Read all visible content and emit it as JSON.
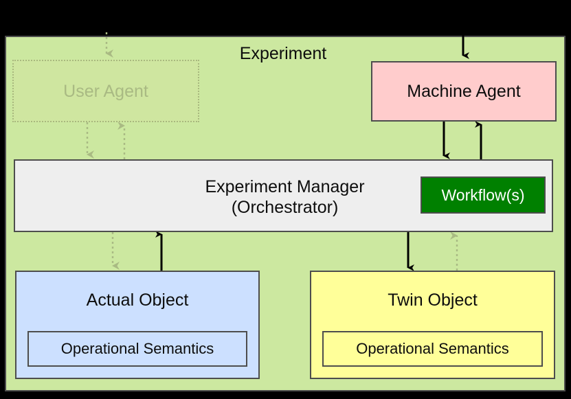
{
  "diagram": {
    "title": "Experiment",
    "background_color": "#000000",
    "container_color": "#cce8a0",
    "nodes": {
      "user_agent": {
        "label": "User Agent",
        "fill": "#d2e4a0",
        "text_color": "#a9ba83",
        "style": "dashed-faded"
      },
      "machine_agent": {
        "label": "Machine Agent",
        "fill": "#ffcccc",
        "text_color": "#0d0d0d",
        "style": "solid"
      },
      "experiment_manager": {
        "line1": "Experiment Manager",
        "line2": "(Orchestrator)",
        "fill": "#eeeeee",
        "text_color": "#0d0d0d",
        "style": "solid",
        "workflows": {
          "label": "Workflow(s)",
          "fill": "#008000",
          "text_color": "#ffffff"
        }
      },
      "actual_object": {
        "label": "Actual Object",
        "fill": "#cce0ff",
        "text_color": "#0d0d0d",
        "style": "solid",
        "inner": {
          "label": "Operational Semantics"
        }
      },
      "twin_object": {
        "label": "Twin Object",
        "fill": "#ffff99",
        "text_color": "#0d0d0d",
        "style": "solid",
        "inner": {
          "label": "Operational Semantics"
        }
      }
    },
    "edges": [
      {
        "name": "external-to-user-agent",
        "style": "dotted",
        "color": "#a9ba83",
        "direction": "down"
      },
      {
        "name": "external-to-machine-agent",
        "style": "solid",
        "color": "#000000",
        "direction": "down"
      },
      {
        "name": "user-agent-to-manager",
        "style": "dotted",
        "color": "#a9ba83",
        "direction": "down"
      },
      {
        "name": "manager-to-user-agent",
        "style": "dotted",
        "color": "#a9ba83",
        "direction": "up"
      },
      {
        "name": "machine-agent-to-manager",
        "style": "solid",
        "color": "#000000",
        "direction": "down"
      },
      {
        "name": "manager-to-machine-agent",
        "style": "solid",
        "color": "#000000",
        "direction": "up"
      },
      {
        "name": "manager-to-actual-object",
        "style": "dotted",
        "color": "#a9ba83",
        "direction": "down"
      },
      {
        "name": "actual-object-to-manager",
        "style": "solid",
        "color": "#000000",
        "direction": "up"
      },
      {
        "name": "manager-to-twin-object",
        "style": "solid",
        "color": "#000000",
        "direction": "down"
      },
      {
        "name": "twin-object-to-manager",
        "style": "dotted",
        "color": "#a9ba83",
        "direction": "up"
      }
    ]
  }
}
